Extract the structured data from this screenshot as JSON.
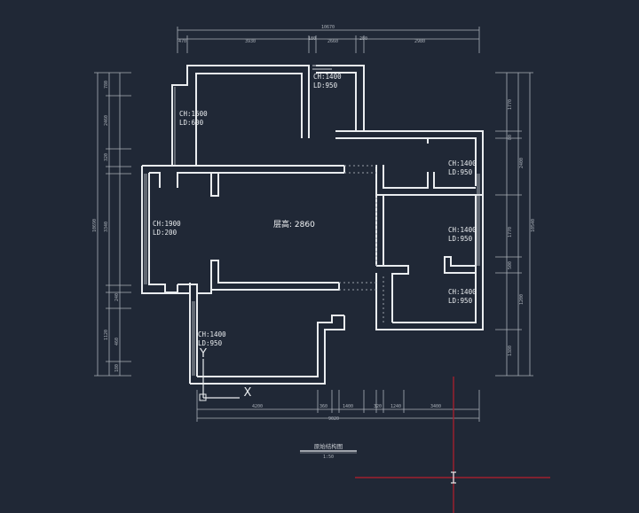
{
  "drawing": {
    "area_label": "层高: 2860",
    "title": "原始结构图",
    "scale": "1:50"
  },
  "rooms": [
    {
      "ch": "CH:1600",
      "ld": "LD:600"
    },
    {
      "ch": "CH:1400",
      "ld": "LD:950"
    },
    {
      "ch": "CH:1400",
      "ld": "LD:950"
    },
    {
      "ch": "CH:1900",
      "ld": "LD:200"
    },
    {
      "ch": "CH:1400",
      "ld": "LD:950"
    },
    {
      "ch": "CH:1400",
      "ld": "LD:950"
    },
    {
      "ch": "CH:1400",
      "ld": "LD:950"
    }
  ],
  "dimensions": {
    "top_total": "10670",
    "top": [
      "470",
      "3930",
      "180",
      "2660",
      "280",
      "2980"
    ],
    "bottom_total": "9020",
    "bottom": [
      "4200",
      "360",
      "1400",
      "320",
      "1240",
      "3400"
    ],
    "left_total": "10690",
    "left": [
      "780",
      "2460",
      "320",
      "3340",
      "240",
      "1120",
      "460",
      "180"
    ],
    "right_total": "10540",
    "right": [
      "1770",
      "80",
      "2400",
      "1770",
      "500",
      "1200",
      "1380"
    ]
  },
  "ucs": {
    "x": "X",
    "y": "Y"
  },
  "colors": {
    "background": "#202836",
    "walls": "#e9ecef",
    "crosshair": "#a0202e"
  }
}
